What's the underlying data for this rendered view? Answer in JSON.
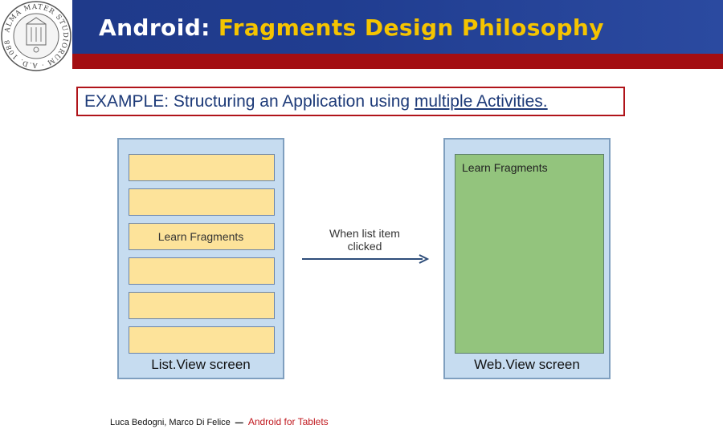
{
  "header": {
    "title_prefix": "Android:",
    "title_main": "Fragments Design Philosophy",
    "colors": {
      "band": "#203d90",
      "stripe": "#a30e12",
      "title_highlight": "#f5c400"
    }
  },
  "logo": {
    "icon": "university-seal-icon",
    "text": "ALMA MATER STUDIORUM · A.D. 1088"
  },
  "example": {
    "label": "EXAMPLE",
    "text": ": Structuring an Application using ",
    "link": "multiple Activities."
  },
  "list_screen": {
    "rows": [
      "",
      "",
      "Learn Fragments",
      "",
      "",
      ""
    ],
    "label": "List.View screen"
  },
  "arrow": {
    "label": "When list item clicked",
    "icon": "right-arrow-icon"
  },
  "web_screen": {
    "pane_label": "Learn Fragments",
    "label": "Web.View screen"
  },
  "footer": {
    "authors": "Luca Bedogni, Marco Di Felice",
    "separator": "–",
    "topic": "Android for Tablets"
  }
}
